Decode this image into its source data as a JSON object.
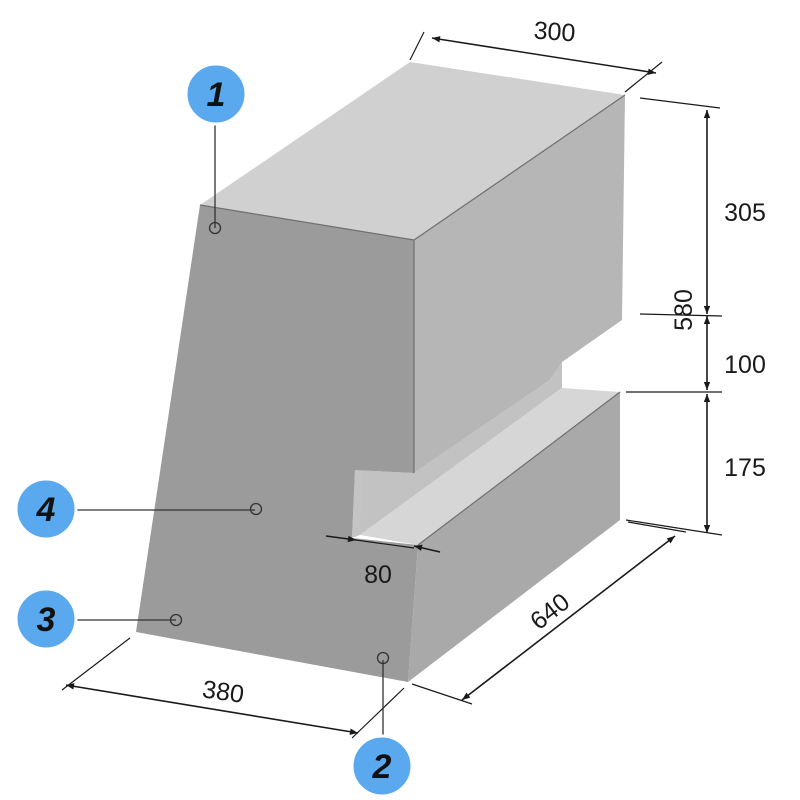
{
  "dimensions": {
    "top_width": "300",
    "upper_height": "305",
    "total_height": "580",
    "slot_height": "100",
    "lower_height": "175",
    "slot_depth": "80",
    "length": "640",
    "front_width": "380"
  },
  "callouts": [
    {
      "label": "1"
    },
    {
      "label": "2"
    },
    {
      "label": "3"
    },
    {
      "label": "4"
    }
  ],
  "colors": {
    "front_face": "#9b9b9b",
    "top_face": "#d0d0d0",
    "side_face": "#b6b6b6",
    "side_dark": "#a9a9a9",
    "ledge_top": "#d6d6d6",
    "notch_inner": "#c4c4c4",
    "callout_fill": "#5aa9ee",
    "callout_stroke": "#ffffff"
  }
}
